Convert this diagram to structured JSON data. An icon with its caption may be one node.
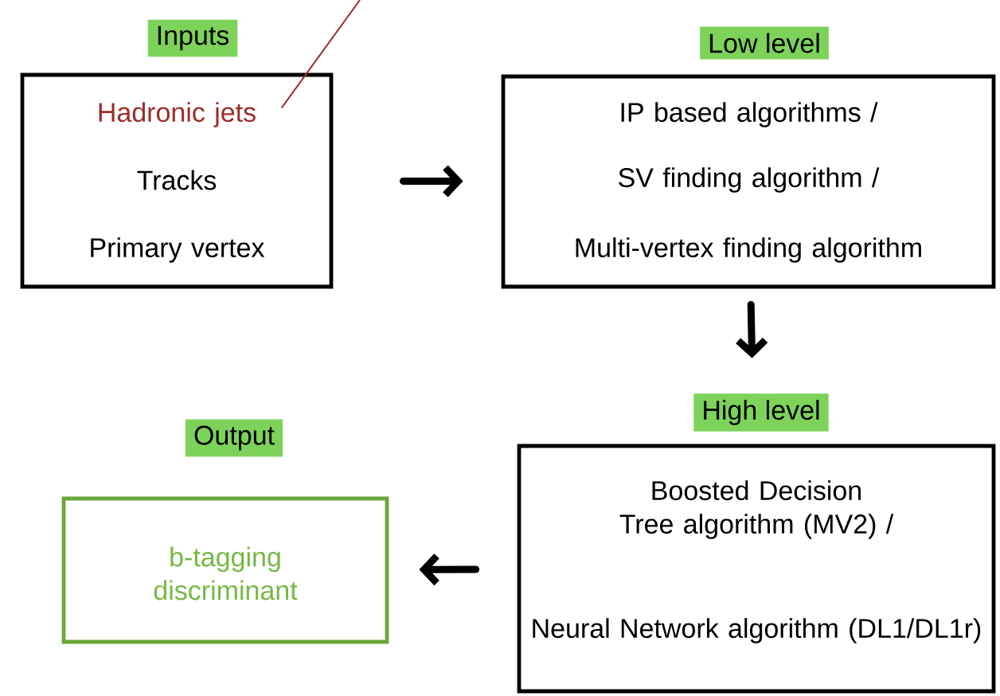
{
  "diagram": {
    "nodes": [
      {
        "text": [
          "Inputs",
          "Hadronic jets",
          "Tracks",
          "Primary vertex"
        ]
      },
      {
        "text": [
          "Low level",
          "IP based algorithms /",
          "SV finding algorithm /",
          "Multi-vertex finding algorithm"
        ]
      },
      {
        "text": [
          "High level",
          "Boosted Decision Tree algorithm (MV2) /",
          "Neural Network algorithm (DL1/DL1r)"
        ]
      },
      {
        "text": [
          "Output",
          "b-tagging discriminant"
        ]
      }
    ],
    "edges": [
      {
        "from": 0,
        "to": 1,
        "arrow": "to"
      },
      {
        "from": 1,
        "to": 2,
        "arrow": "to"
      },
      {
        "from": 2,
        "to": 3,
        "arrow": "to"
      },
      {
        "from": 0,
        "to": null,
        "arrow": "none",
        "color": "#9b2d2a"
      }
    ]
  }
}
